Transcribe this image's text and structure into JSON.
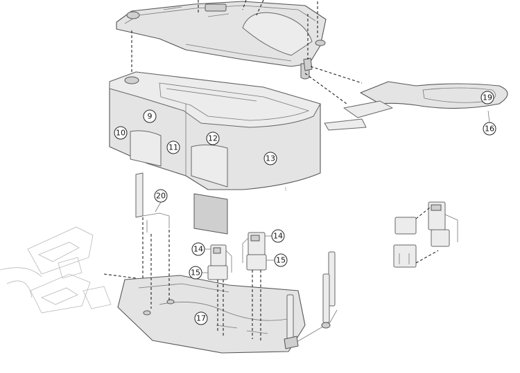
{
  "callouts": [
    {
      "id": "9",
      "label": "9"
    },
    {
      "id": "10",
      "label": "10"
    },
    {
      "id": "11",
      "label": "11"
    },
    {
      "id": "12",
      "label": "12"
    },
    {
      "id": "13",
      "label": "13"
    },
    {
      "id": "14a",
      "label": "14"
    },
    {
      "id": "14b",
      "label": "14"
    },
    {
      "id": "15a",
      "label": "15"
    },
    {
      "id": "15b",
      "label": "15"
    },
    {
      "id": "16",
      "label": "16"
    },
    {
      "id": "17",
      "label": "17"
    },
    {
      "id": "19",
      "label": "19"
    },
    {
      "id": "20",
      "label": "20"
    }
  ]
}
